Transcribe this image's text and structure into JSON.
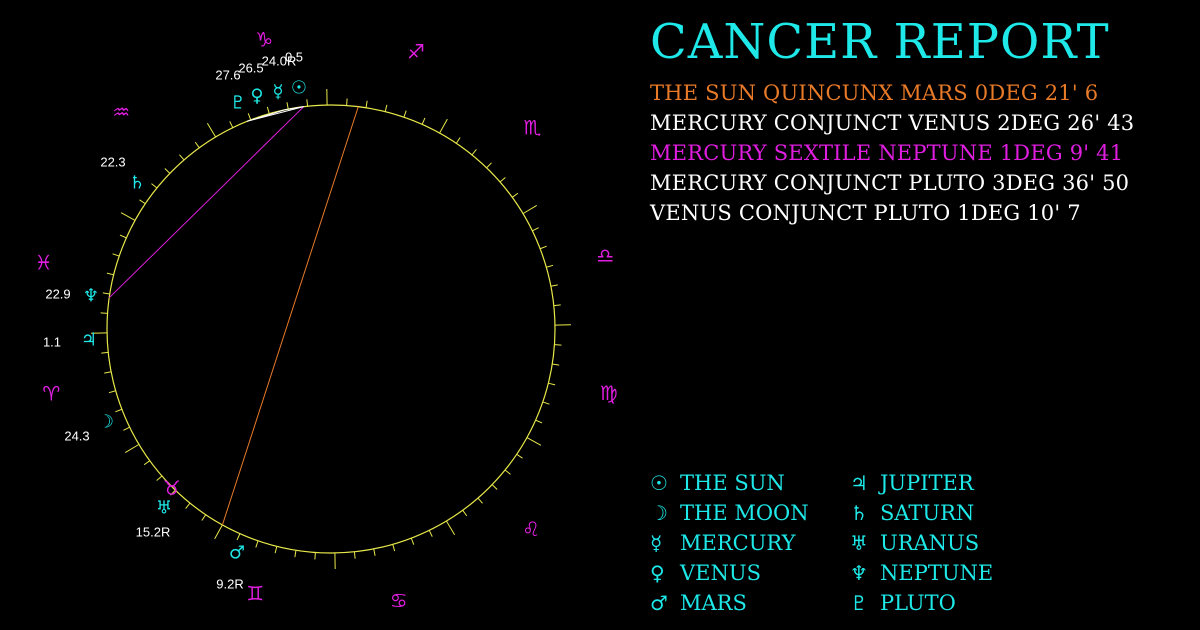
{
  "title": "CANCER REPORT",
  "colors": {
    "background": "#000000",
    "circle": "#e8e84a",
    "cyan": "#1ee8e8",
    "magenta": "#e01ee0",
    "orange": "#e87a28",
    "white": "#ffffff"
  },
  "aspects": [
    {
      "text": "THE SUN QUINCUNX MARS 0DEG 21' 6",
      "color": "#e87a28"
    },
    {
      "text": "MERCURY CONJUNCT VENUS 2DEG 26' 43",
      "color": "#ffffff"
    },
    {
      "text": "MERCURY SEXTILE NEPTUNE 1DEG 9' 41",
      "color": "#e01ee0"
    },
    {
      "text": "MERCURY CONJUNCT PLUTO 3DEG 36' 50",
      "color": "#ffffff"
    },
    {
      "text": "VENUS CONJUNCT PLUTO 1DEG 10' 7",
      "color": "#ffffff"
    }
  ],
  "legend": [
    {
      "glyph": "☉",
      "label": "THE SUN",
      "icon": "sun-icon"
    },
    {
      "glyph": "☽",
      "label": "THE MOON",
      "icon": "moon-icon"
    },
    {
      "glyph": "☿",
      "label": "MERCURY",
      "icon": "mercury-icon"
    },
    {
      "glyph": "♀",
      "label": "VENUS",
      "icon": "venus-icon"
    },
    {
      "glyph": "♂",
      "label": "MARS",
      "icon": "mars-icon"
    },
    {
      "glyph": "♃",
      "label": "JUPITER",
      "icon": "jupiter-icon"
    },
    {
      "glyph": "♄",
      "label": "SATURN",
      "icon": "saturn-icon"
    },
    {
      "glyph": "♅",
      "label": "URANUS",
      "icon": "uranus-icon"
    },
    {
      "glyph": "♆",
      "label": "NEPTUNE",
      "icon": "neptune-icon"
    },
    {
      "glyph": "♇",
      "label": "PLUTO",
      "icon": "pluto-icon"
    }
  ],
  "zodiac_signs": [
    {
      "name": "aries",
      "glyph": "♈"
    },
    {
      "name": "taurus",
      "glyph": "♉"
    },
    {
      "name": "gemini",
      "glyph": "♊"
    },
    {
      "name": "cancer",
      "glyph": "♋"
    },
    {
      "name": "leo",
      "glyph": "♌"
    },
    {
      "name": "virgo",
      "glyph": "♍"
    },
    {
      "name": "libra",
      "glyph": "♎"
    },
    {
      "name": "scorpio",
      "glyph": "♏"
    },
    {
      "name": "sagittarius",
      "glyph": "♐"
    },
    {
      "name": "capricorn",
      "glyph": "♑"
    },
    {
      "name": "aquarius",
      "glyph": "♒"
    },
    {
      "name": "pisces",
      "glyph": "♓"
    }
  ],
  "planets": [
    {
      "name": "sun",
      "glyph": "☉",
      "degree_label": "0.5"
    },
    {
      "name": "moon",
      "glyph": "☽",
      "degree_label": "24.3"
    },
    {
      "name": "mercury",
      "glyph": "☿",
      "degree_label": "24.0R"
    },
    {
      "name": "venus",
      "glyph": "♀",
      "degree_label": "26.5"
    },
    {
      "name": "mars",
      "glyph": "♂",
      "degree_label": "9.2R"
    },
    {
      "name": "jupiter",
      "glyph": "♃",
      "degree_label": "1.1"
    },
    {
      "name": "saturn",
      "glyph": "♄",
      "degree_label": "22.3"
    },
    {
      "name": "uranus",
      "glyph": "♅",
      "degree_label": "15.2R"
    },
    {
      "name": "neptune",
      "glyph": "♆",
      "degree_label": "22.9"
    },
    {
      "name": "pluto",
      "glyph": "♇",
      "degree_label": "27.6"
    }
  ],
  "aspect_lines": [
    {
      "from": "sun",
      "to": "mars",
      "color": "#e87a28"
    },
    {
      "from": "mercury",
      "to": "neptune",
      "color": "#e01ee0"
    },
    {
      "from": "mercury",
      "to": "venus",
      "color": "#ffffff"
    },
    {
      "from": "mercury",
      "to": "pluto",
      "color": "#ffffff"
    },
    {
      "from": "venus",
      "to": "pluto",
      "color": "#ffffff"
    }
  ]
}
